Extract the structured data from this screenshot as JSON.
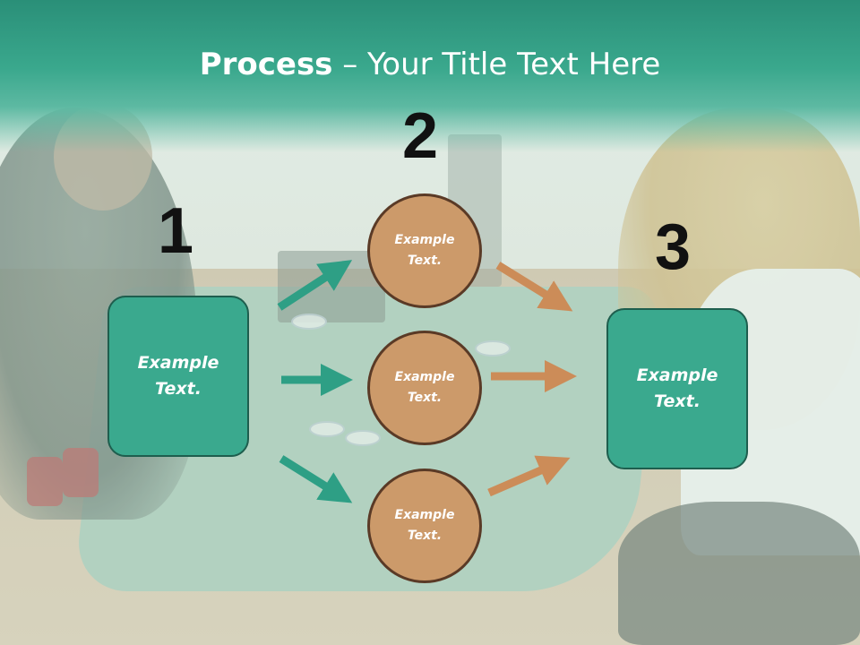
{
  "slide": {
    "title_bold": "Process",
    "title_rest": " – Your Title Text Here",
    "steps": [
      "1",
      "2",
      "3"
    ],
    "left_box": {
      "label": "Example\nText."
    },
    "right_box": {
      "label": "Example\nText."
    },
    "circles": [
      {
        "label": "Example\nText."
      },
      {
        "label": "Example\nText."
      },
      {
        "label": "Example\nText."
      }
    ],
    "colors": {
      "header": "#3aa88d",
      "box_fill": "#3aa98e",
      "circle_fill": "#cc9a6a",
      "teal_arrow": "#2e9f85",
      "orange_arrow": "#cc8c58"
    }
  }
}
